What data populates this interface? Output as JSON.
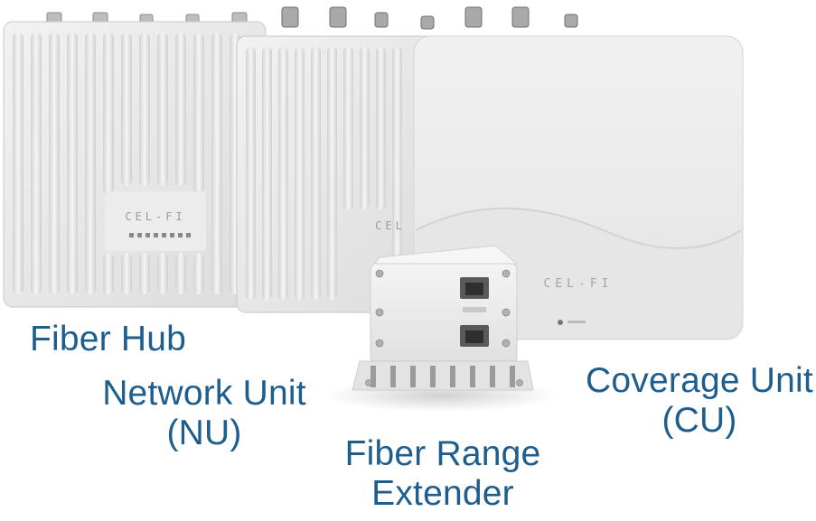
{
  "colors": {
    "label": "#1e5e8f",
    "device_body": "#eeeeee",
    "device_shadow": "#cfcfcf",
    "port": "#4a4a4a"
  },
  "devices": {
    "fiber_hub": {
      "label": "Fiber Hub",
      "logo": "CEL-FI"
    },
    "network_unit": {
      "label_line1": "Network Unit",
      "label_line2": "(NU)",
      "logo": "CEL"
    },
    "coverage_unit": {
      "label_line1": "Coverage Unit",
      "label_line2": "(CU)",
      "logo": "CEL-FI"
    },
    "fiber_range_extender": {
      "label_line1": "Fiber Range",
      "label_line2": "Extender"
    }
  }
}
